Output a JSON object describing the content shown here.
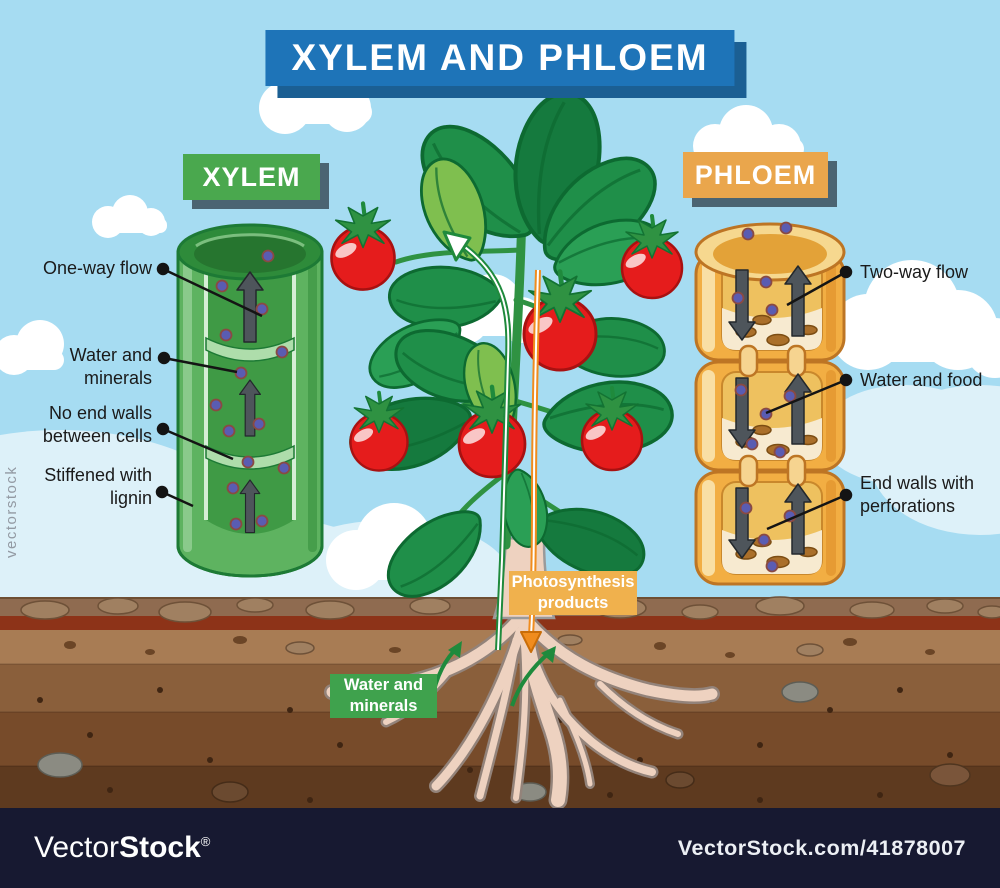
{
  "title": "XYLEM AND PHLOEM",
  "xylem": {
    "label": "XYLEM",
    "annotations": [
      {
        "line1": "One-way flow",
        "line2": ""
      },
      {
        "line1": "Water and minerals",
        "line2": ""
      },
      {
        "line1": "No end walls",
        "line2": "between cells"
      },
      {
        "line1": "Stiffened with",
        "line2": "lignin"
      }
    ]
  },
  "phloem": {
    "label": "PHLOEM",
    "annotations": [
      {
        "line1": "Two-way flow",
        "line2": ""
      },
      {
        "line1": "Water and food",
        "line2": ""
      },
      {
        "line1": "End walls with",
        "line2": "perforations"
      }
    ]
  },
  "flow_boxes": {
    "photosynthesis": {
      "line1": "Photosynthesis",
      "line2": "products"
    },
    "water_minerals": {
      "line1": "Water and",
      "line2": "minerals"
    }
  },
  "watermark": {
    "side_text": "vectorstock",
    "brand_light": "Vector",
    "brand_bold": "Stock",
    "registered": "®",
    "footer_url": "VectorStock.com/41878007"
  },
  "colors": {
    "sky": "#a6dcf2",
    "title_bg": "#1e74b8",
    "xylem_box": "#4aa84e",
    "phloem_box": "#eaa64c",
    "photosynthesis_box": "#f0b14d",
    "water_minerals_box": "#3fa24d",
    "footer_bg": "#171931",
    "label_text": "#1a1a1a",
    "xylem_tube_green": "#5eb360",
    "phloem_tube_orange": "#f2ae43",
    "flow_arrow_green": "#1f8a3c",
    "flow_arrow_orange": "#f08c1e"
  }
}
